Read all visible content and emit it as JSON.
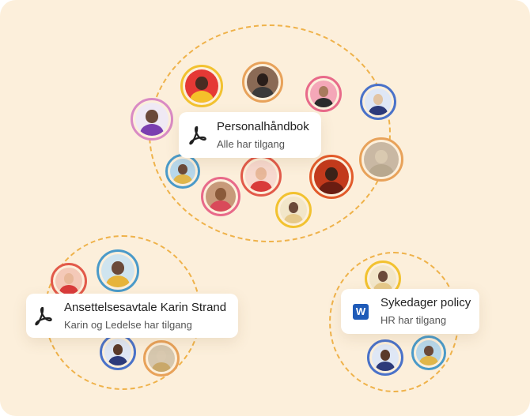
{
  "documents": [
    {
      "title": "Personalhåndbok",
      "subtitle": "Alle har tilgang",
      "icon": "pdf-icon"
    },
    {
      "title": "Ansettelsesavtale Karin Strand",
      "subtitle": "Karin og Ledelse har tilgang",
      "icon": "pdf-icon"
    },
    {
      "title": "Sykedager policy",
      "subtitle": "HR har tilgang",
      "icon": "word-icon",
      "icon_letter": "W"
    }
  ],
  "colors": {
    "background": "#fcefdb",
    "dashed_circle": "#efb24a",
    "card": "#ffffff",
    "word_blue": "#1f5bb8"
  }
}
